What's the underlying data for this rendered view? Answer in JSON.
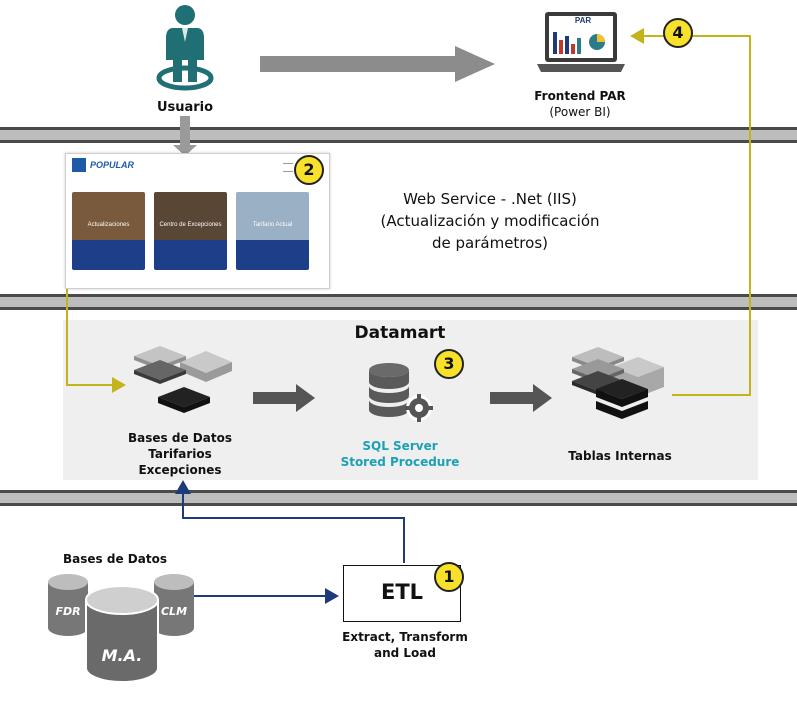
{
  "usuario": {
    "label": "Usuario"
  },
  "frontend": {
    "screen_title": "PAR",
    "line1": "Frontend PAR",
    "line2": "(Power BI)"
  },
  "web_service": {
    "line1": "Web Service  - .Net (IIS)",
    "line2": "(Actualización y modificación",
    "line3": "de parámetros)",
    "brand": "POPULAR",
    "cards": [
      "Actualizaciones",
      "Centro de Excepciones",
      "Tarifario Actual"
    ]
  },
  "datamart": {
    "title": "Datamart"
  },
  "bases_tarifarios": {
    "line1": "Bases de Datos",
    "line2": "Tarifarios",
    "line3": "Excepciones"
  },
  "sql_server": {
    "line1": "SQL Server",
    "line2": "Stored Procedure"
  },
  "tablas": {
    "label": "Tablas Internas"
  },
  "bases_origen": {
    "title": "Bases de Datos",
    "fdr": "FDR",
    "ma": "M.A.",
    "clm": "CLM"
  },
  "etl": {
    "title": "ETL",
    "line1": "Extract, Transform",
    "line2": "and Load"
  },
  "badges": {
    "b1": "1",
    "b2": "2",
    "b3": "3",
    "b4": "4"
  },
  "colors": {
    "band": "#bdbdbd",
    "badge": "#f7e12a",
    "connector_yellow": "#c2b41a",
    "connector_navy": "#1f3a7a",
    "sql_teal": "#1aa1b5",
    "person_teal": "#1f6f74"
  }
}
